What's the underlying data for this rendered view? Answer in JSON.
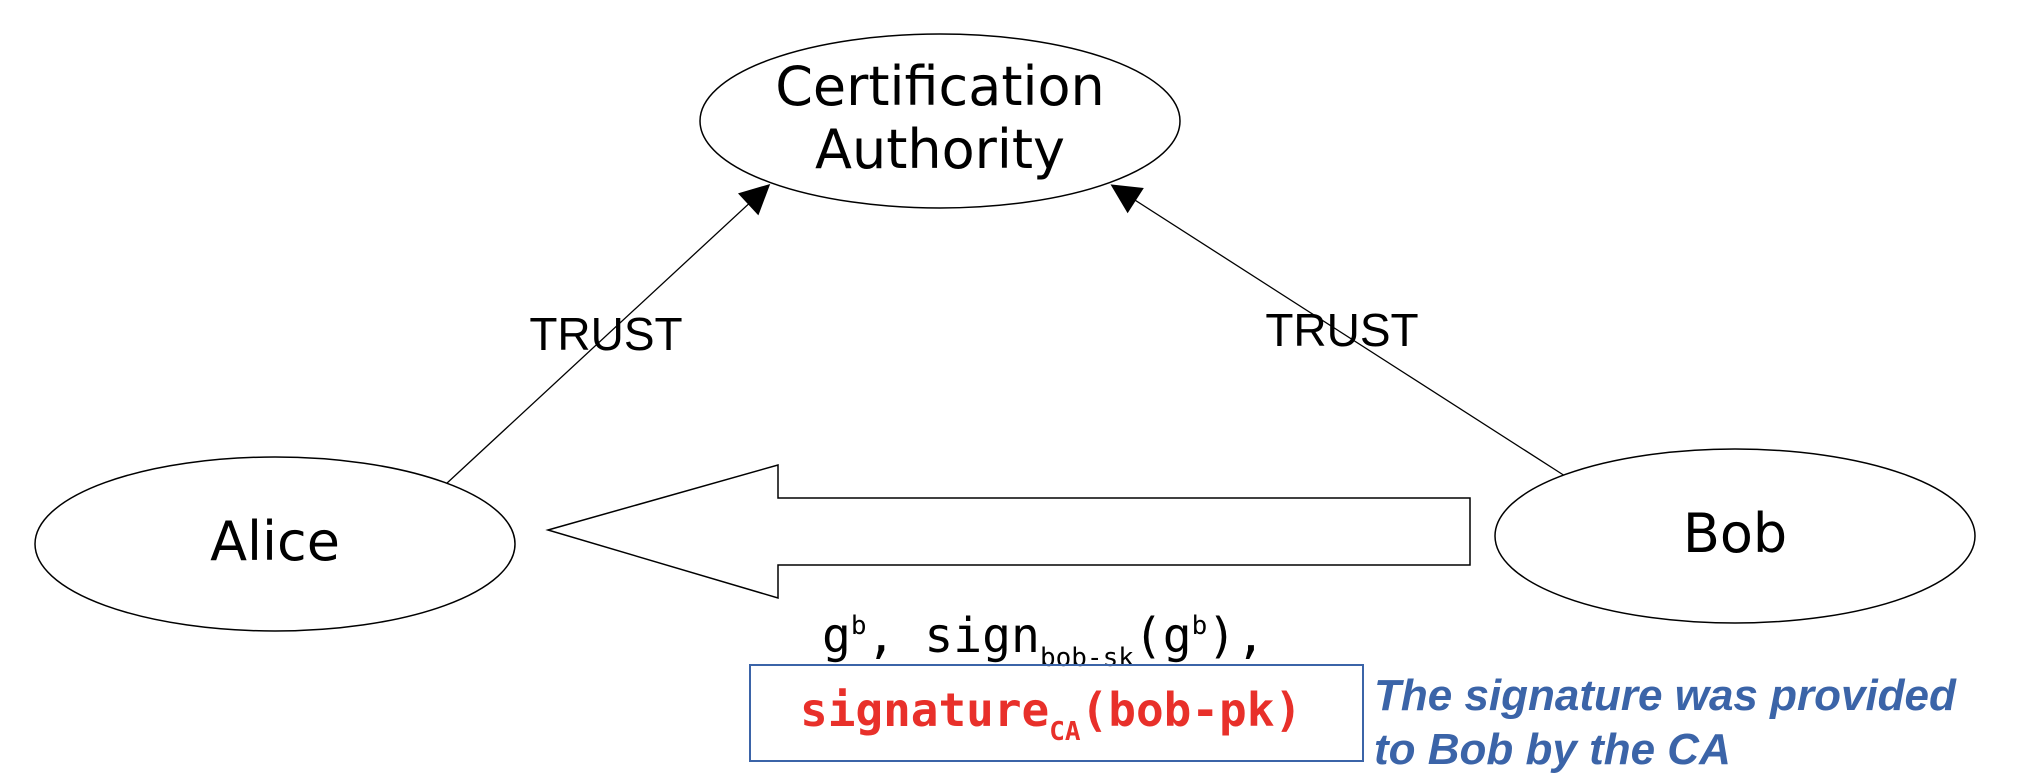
{
  "nodes": {
    "ca": {
      "line1": "Certification",
      "line2": "Authority"
    },
    "alice": {
      "label": "Alice"
    },
    "bob": {
      "label": "Bob"
    }
  },
  "edges": {
    "alice_ca": {
      "label": "TRUST"
    },
    "bob_ca": {
      "label": "TRUST"
    }
  },
  "message": {
    "line1_parts": {
      "g1": "g",
      "b1": "b",
      "sign": ", sign",
      "sub": "bob-sk",
      "open": "(g",
      "b2": "b",
      "close": "),"
    },
    "line2_parts": {
      "sig": "signature",
      "sub": "CA",
      "arg": "(bob-pk)"
    }
  },
  "note": {
    "line1": "The signature was provided",
    "line2": "to Bob by the CA"
  },
  "colors": {
    "signature": "#e8302a",
    "note": "#3b64a8",
    "box_border": "#3b64a8"
  }
}
